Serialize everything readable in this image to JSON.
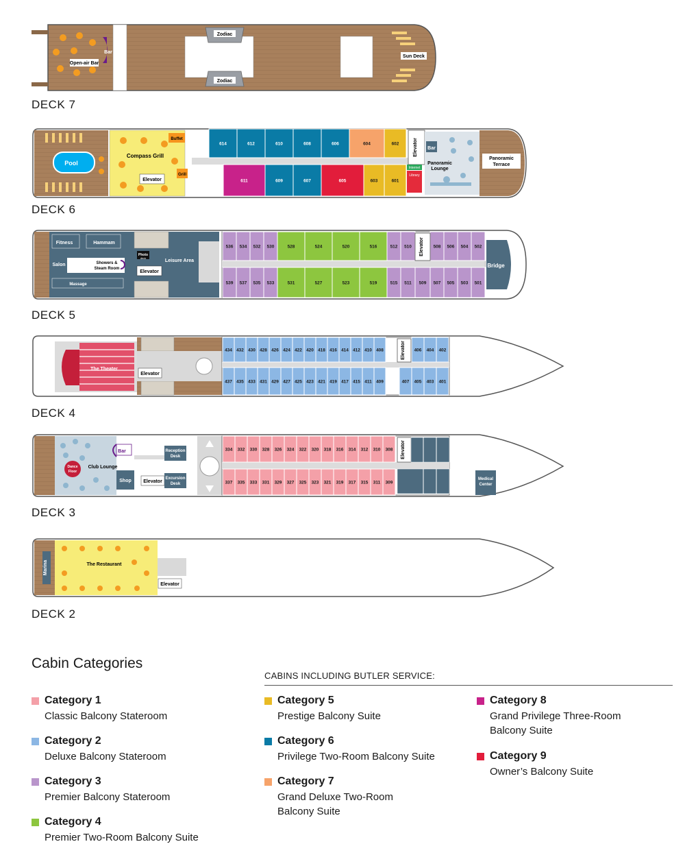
{
  "colors": {
    "cat1": "#f4a0a8",
    "cat2": "#8cb7e4",
    "cat3": "#b995cb",
    "cat4": "#8dc63f",
    "cat5": "#e9bb25",
    "cat6": "#0a7ba6",
    "cat7": "#f6a36a",
    "cat8": "#c8228a",
    "cat9": "#e21d3b",
    "wood": "#a8805c",
    "slate": "#4d6b7f",
    "sky": "#bcd4e4"
  },
  "decks": {
    "deck7": {
      "label": "DECK 7",
      "zodiac_top": "Zodiac",
      "zodiac_bottom": "Zodiac",
      "bar": "Bar",
      "open_air_bar": "Open-air Bar",
      "sun_deck": "Sun Deck"
    },
    "deck6": {
      "label": "DECK 6",
      "pool": "Pool",
      "compass_grill": "Compass Grill",
      "buffet": "Buffet",
      "grill": "Grill",
      "elevator_a": "Elevator",
      "elevator_b": "Elevator",
      "bar": "Bar",
      "internet": "Internet",
      "library": "Library",
      "panoramic_lounge_1": "Panoramic",
      "panoramic_lounge_2": "Lounge",
      "panoramic_terrace_1": "Panoramic",
      "panoramic_terrace_2": "Terrace",
      "top_cabins": [
        "614",
        "612",
        "610",
        "608",
        "606",
        "604",
        "602"
      ],
      "bottom_cabins": [
        "611",
        "609",
        "607",
        "605",
        "603",
        "601"
      ]
    },
    "deck5": {
      "label": "DECK 5",
      "fitness": "Fitness",
      "hammam": "Hammam",
      "salon": "Salon",
      "showers_1": "Showers &",
      "showers_2": "Steam Room",
      "photo_1": "Photo",
      "photo_2": "deck",
      "leisure_area": "Leisure Area",
      "elevator_a": "Elevator",
      "massage": "Massage",
      "elevator_b": "Elevator",
      "bridge": "Bridge",
      "top_cabins": [
        "536",
        "534",
        "532",
        "530",
        "528",
        "524",
        "520",
        "516",
        "512",
        "510",
        "508",
        "506",
        "504",
        "502"
      ],
      "bottom_cabins": [
        "539",
        "537",
        "535",
        "533",
        "531",
        "527",
        "523",
        "519",
        "515",
        "511",
        "509",
        "507",
        "505",
        "503",
        "501"
      ]
    },
    "deck4": {
      "label": "DECK 4",
      "theater": "The Theater",
      "elevator_a": "Elevator",
      "elevator_b": "Elevator",
      "top_cabins": [
        "434",
        "432",
        "430",
        "428",
        "426",
        "424",
        "422",
        "420",
        "418",
        "416",
        "414",
        "412",
        "410",
        "408",
        "406",
        "404",
        "402"
      ],
      "bottom_cabins": [
        "437",
        "435",
        "433",
        "431",
        "429",
        "427",
        "425",
        "423",
        "421",
        "419",
        "417",
        "415",
        "411",
        "409",
        "407",
        "405",
        "403",
        "401"
      ]
    },
    "deck3": {
      "label": "DECK 3",
      "bar": "Bar",
      "club_lounge": "Club Lounge",
      "dance_1": "Dance",
      "dance_2": "Floor",
      "shop": "Shop",
      "elevator_a": "Elevator",
      "reception_1": "Reception",
      "reception_2": "Desk",
      "excursion_1": "Excursion",
      "excursion_2": "Desk",
      "elevator_b": "Elevator",
      "medical_1": "Medical",
      "medical_2": "Center",
      "top_cabins": [
        "334",
        "332",
        "330",
        "328",
        "326",
        "324",
        "322",
        "320",
        "318",
        "316",
        "314",
        "312",
        "310",
        "308"
      ],
      "bottom_cabins": [
        "337",
        "335",
        "333",
        "331",
        "329",
        "327",
        "325",
        "323",
        "321",
        "319",
        "317",
        "315",
        "311",
        "309"
      ]
    },
    "deck2": {
      "label": "DECK 2",
      "marina": "Marina",
      "restaurant": "The Restaurant",
      "elevator": "Elevator"
    }
  },
  "legend": {
    "title": "Cabin Categories",
    "butler_heading": "CABINS INCLUDING BUTLER SERVICE:",
    "items": [
      {
        "category": "Category 1",
        "description": "Classic Balcony Stateroom"
      },
      {
        "category": "Category 2",
        "description": "Deluxe Balcony Stateroom"
      },
      {
        "category": "Category 3",
        "description": "Premier Balcony Stateroom"
      },
      {
        "category": "Category 4",
        "description": "Premier Two-Room Balcony Suite"
      },
      {
        "category": "Category 5",
        "description": "Prestige Balcony Suite"
      },
      {
        "category": "Category 6",
        "description": "Privilege Two-Room Balcony Suite"
      },
      {
        "category": "Category 7",
        "description": "Grand Deluxe Two-Room Balcony Suite"
      },
      {
        "category": "Category 8",
        "description": "Grand Privilege Three-Room Balcony Suite"
      },
      {
        "category": "Category 9",
        "description": "Owner’s Balcony Suite"
      }
    ]
  }
}
